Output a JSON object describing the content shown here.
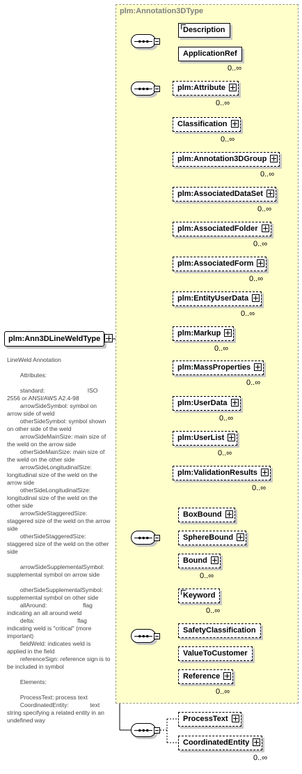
{
  "extension_title": "plm:Annotation3DType",
  "root": {
    "label": "plm:Ann3DLineWeldType"
  },
  "documentation": "LineWeld Annotation\n\n        Attributes:\n\n        standard:                          ISO 2556 or ANSI/AWS A2.4-98\n        arrowSideSymbol: symbol on arrow side of weld\n        otherSideSymbol: symbol shown on other side of the weld\n        arrowSideMainSize: main size of the weld on the arrow side\n        otherSideMainSize: main size of the weld on the other side\n        arrowSideLongitudinalSize: longitudinal size of the weld on the arrow side\n        otherSideLongitudinalSize: longitudinal size of the weld on the other side\n        arrowSideStaggeredSize: staggered size of the weld on the arrow side\n        otherSideStaggeredSize: staggered size of the weld on the other side\n\n        arrowSideSupplementalSymbol: supplemental symbol on arrow side\n\n        otherSideSupplementalSymbol: supplemental symbol on other side\n        allAround:                      flag indicating an all around weld\n        delta:                          flag indicating weld is \"critical\" (more important)\n        fieldWeld: indicates weld is applied in the field\n        referenceSign: reference sign is to be included in symbol\n\n        Elements:\n\n        ProcessText: process text\n        CoordinatedEntity:             text string specifying a related entity in an undefined way",
  "nodes": {
    "description": "Description",
    "applicationref": "ApplicationRef",
    "attribute": "plm:Attribute",
    "classification": "Classification",
    "annotation3dgroup": "plm:Annotation3DGroup",
    "associateddataset": "plm:AssociatedDataSet",
    "associatedfolder": "plm:AssociatedFolder",
    "associatedform": "plm:AssociatedForm",
    "entityuserdata": "plm:EntityUserData",
    "markup": "plm:Markup",
    "massproperties": "plm:MassProperties",
    "userdata": "plm:UserData",
    "userlist": "plm:UserList",
    "validationresults": "plm:ValidationResults",
    "boxbound": "BoxBound",
    "spherebound": "SphereBound",
    "bound": "Bound",
    "keyword": "Keyword",
    "safetyclassification": "SafetyClassification",
    "valuetocustomer": "ValueToCustomer",
    "reference": "Reference",
    "processtext": "ProcessText",
    "coordinatedentity": "CoordinatedEntity"
  },
  "multiplicity": "0..∞"
}
